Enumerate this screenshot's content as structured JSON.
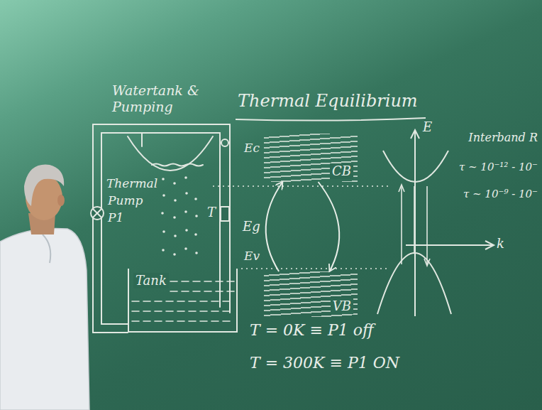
{
  "diagram": {
    "title": "Thermal Equilibrium",
    "nodes": [
      {
        "text": [
          "Tank"
        ]
      },
      {
        "text": [
          "CB"
        ]
      },
      {
        "text": [
          "VB"
        ]
      }
    ],
    "edges": [
      {
        "from": 2,
        "to": 1,
        "arrow": "to",
        "label": "Eg"
      },
      {
        "from": 1,
        "to": 2,
        "arrow": "to"
      }
    ],
    "labels": [
      "Watertank & Pumping",
      "Thermal",
      "Pump",
      "P1",
      "T",
      "Ec",
      "Ev",
      "E",
      "k",
      "Interband R",
      "τ ~ 10⁻¹² - 10⁻",
      "τ ~ 10⁻⁹ - 10⁻",
      "T = 0K ≡ P1 off",
      "T = 300K ≡ P1 ON"
    ]
  }
}
